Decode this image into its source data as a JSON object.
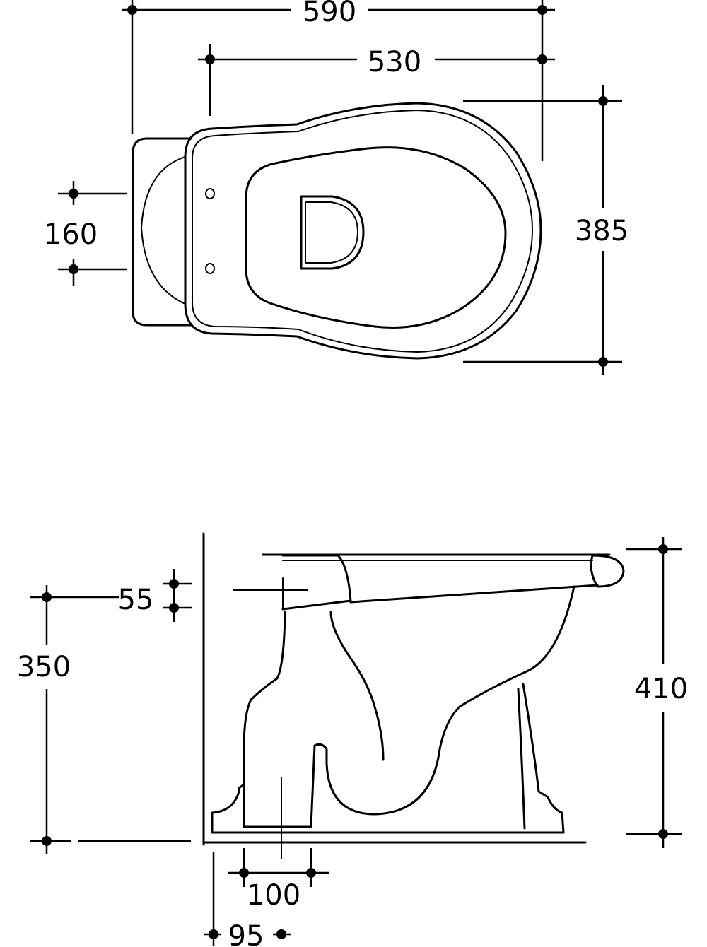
{
  "top_view": {
    "dims": {
      "overall_length": "590",
      "pan_length": "530",
      "overall_width": "385",
      "fixing_hole_spacing": "160"
    }
  },
  "side_view": {
    "dims": {
      "overall_height": "410",
      "inlet_height": "350",
      "inlet_diameter": "55",
      "outlet_width": "100",
      "outlet_offset": "95"
    }
  }
}
